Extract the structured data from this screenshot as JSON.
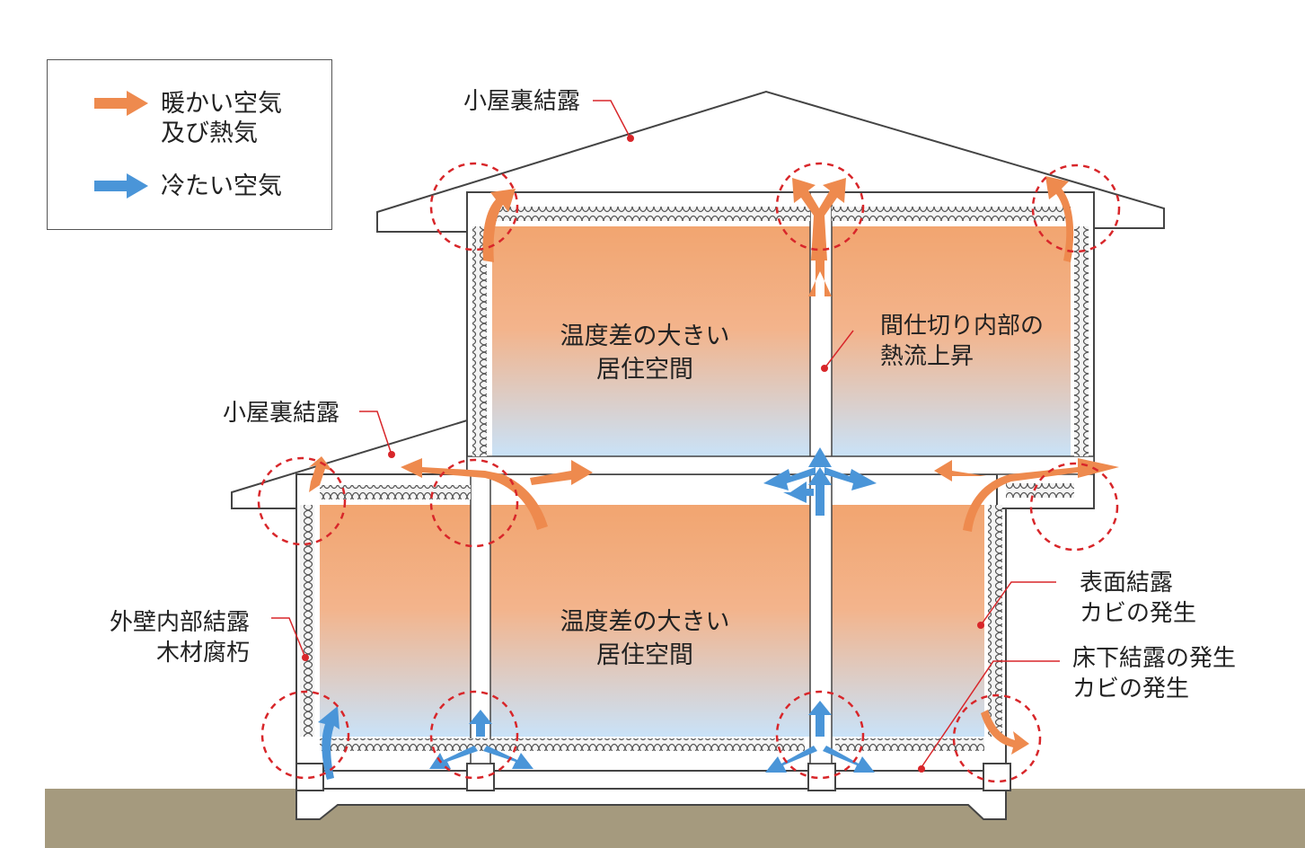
{
  "legend": {
    "items": [
      {
        "label": "暖かい空気\n及び熱気",
        "icon": "warm-air-arrow-icon",
        "color": "#ee8a4e"
      },
      {
        "label": "冷たい空気",
        "icon": "cold-air-arrow-icon",
        "color": "#4a95d8"
      }
    ]
  },
  "labels": {
    "attic_condensation_top": "小屋裏結露",
    "attic_condensation_mid": "小屋裏結露",
    "partition_heat_rise": "間仕切り内部の\n熱流上昇",
    "upper_room": "温度差の大きい\n居住空間",
    "lower_room": "温度差の大きい\n居住空間",
    "wall_internal_condensation": "外壁内部結露\n木材腐朽",
    "surface_condensation": "表面結露\nカビの発生",
    "underfloor_condensation": "床下結露の発生\nカビの発生"
  },
  "colors": {
    "warm": "#ee8a4e",
    "cold": "#4a95d8",
    "room_warm": "#f2a570",
    "room_cold": "#cfe4f6",
    "marker": "#d8262a",
    "ground": "#a59a7e"
  }
}
